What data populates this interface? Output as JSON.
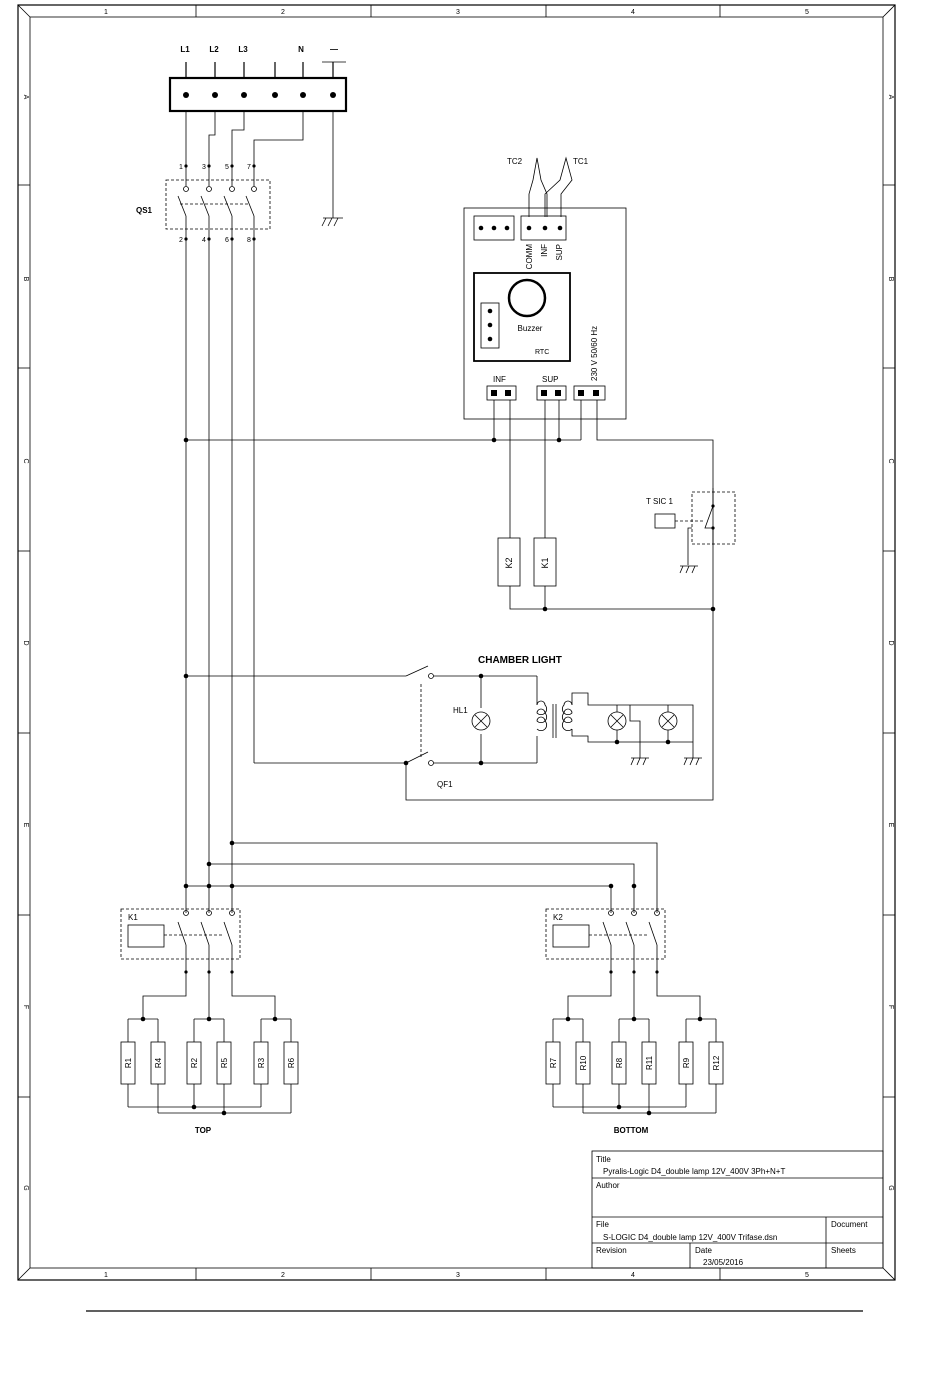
{
  "frame": {
    "col_labels": [
      "1",
      "2",
      "3",
      "4",
      "5"
    ],
    "row_labels": [
      "A",
      "B",
      "C",
      "D",
      "E",
      "F",
      "G"
    ]
  },
  "supply": {
    "terminals": [
      "L1",
      "L2",
      "L3",
      "N",
      "—"
    ]
  },
  "qs1": {
    "label": "QS1",
    "top_pins": [
      "1",
      "3",
      "5",
      "7"
    ],
    "bottom_pins": [
      "2",
      "4",
      "6",
      "8"
    ]
  },
  "controller": {
    "thermocouples": [
      "TC2",
      "TC1"
    ],
    "sensor_pins": [
      "COMM",
      "INF",
      "SUP"
    ],
    "buzzer": "Buzzer",
    "rtc": "RTC",
    "power": "230 V 50/60 Hz",
    "out_inf": "INF",
    "out_sup": "SUP"
  },
  "safety": {
    "label": "T SIC 1"
  },
  "relays": [
    "K2",
    "K1"
  ],
  "chamber": {
    "title": "CHAMBER LIGHT",
    "lamp": "HL1",
    "breaker": "QF1"
  },
  "contactors": {
    "top": "K1",
    "bottom": "K2"
  },
  "resistors": {
    "top": [
      "R1",
      "R4",
      "R2",
      "R5",
      "R3",
      "R6"
    ],
    "bottom": [
      "R7",
      "R10",
      "R8",
      "R11",
      "R9",
      "R12"
    ]
  },
  "groups": {
    "top": "TOP",
    "bottom": "BOTTOM"
  },
  "title_block": {
    "title_label": "Title",
    "title": "Pyralis-Logic D4_double lamp 12V_400V 3Ph+N+T",
    "author_label": "Author",
    "file_label": "File",
    "file": "S-LOGIC D4_double lamp 12V_400V Trifase.dsn",
    "document_label": "Document",
    "revision_label": "Revision",
    "date_label": "Date",
    "date": "23/05/2016",
    "sheets_label": "Sheets"
  }
}
